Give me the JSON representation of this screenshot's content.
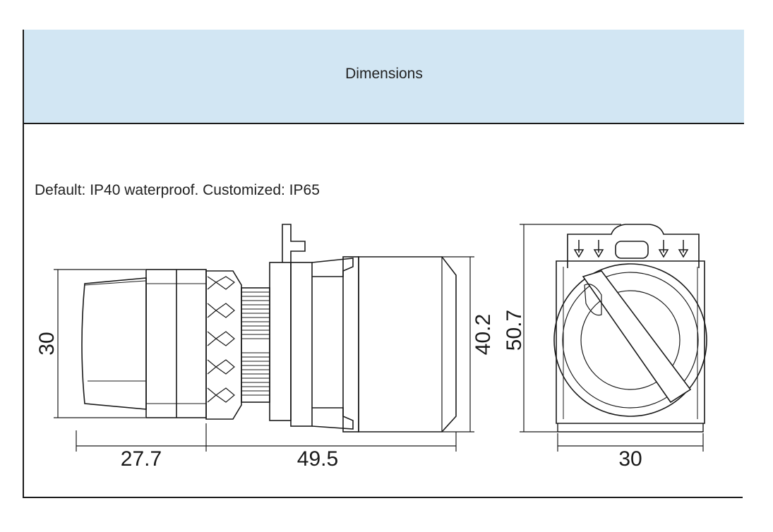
{
  "header": {
    "title": "Dimensions"
  },
  "note": "Default: IP40 waterproof. Customized: IP65",
  "dimensions": {
    "front_height": "30",
    "knob_length": "27.7",
    "body_length": "49.5",
    "body_height": "40.2",
    "total_height": "50.7",
    "side_width": "30"
  },
  "colors": {
    "header_bg": "#d2e6f3",
    "line": "#1a1a1a"
  }
}
